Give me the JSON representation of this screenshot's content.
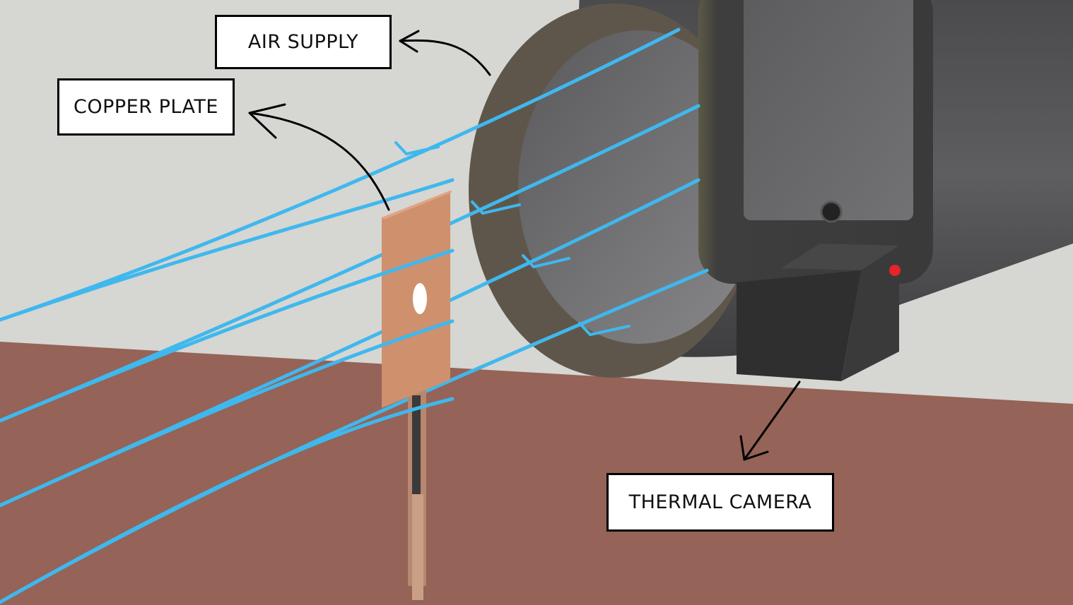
{
  "labels": {
    "air_supply": "AIR SUPPLY",
    "copper_plate": "COPPER PLATE",
    "thermal_camera": "THERMAL CAMERA"
  },
  "colors": {
    "wall": "#d6d6d2",
    "floor": "#956357",
    "copper": "#cf906e",
    "airflow": "#3fb8ee",
    "duct_ring": "#5f564b",
    "camera_body": "#3a3a3a",
    "indicator": "#e8232a"
  }
}
